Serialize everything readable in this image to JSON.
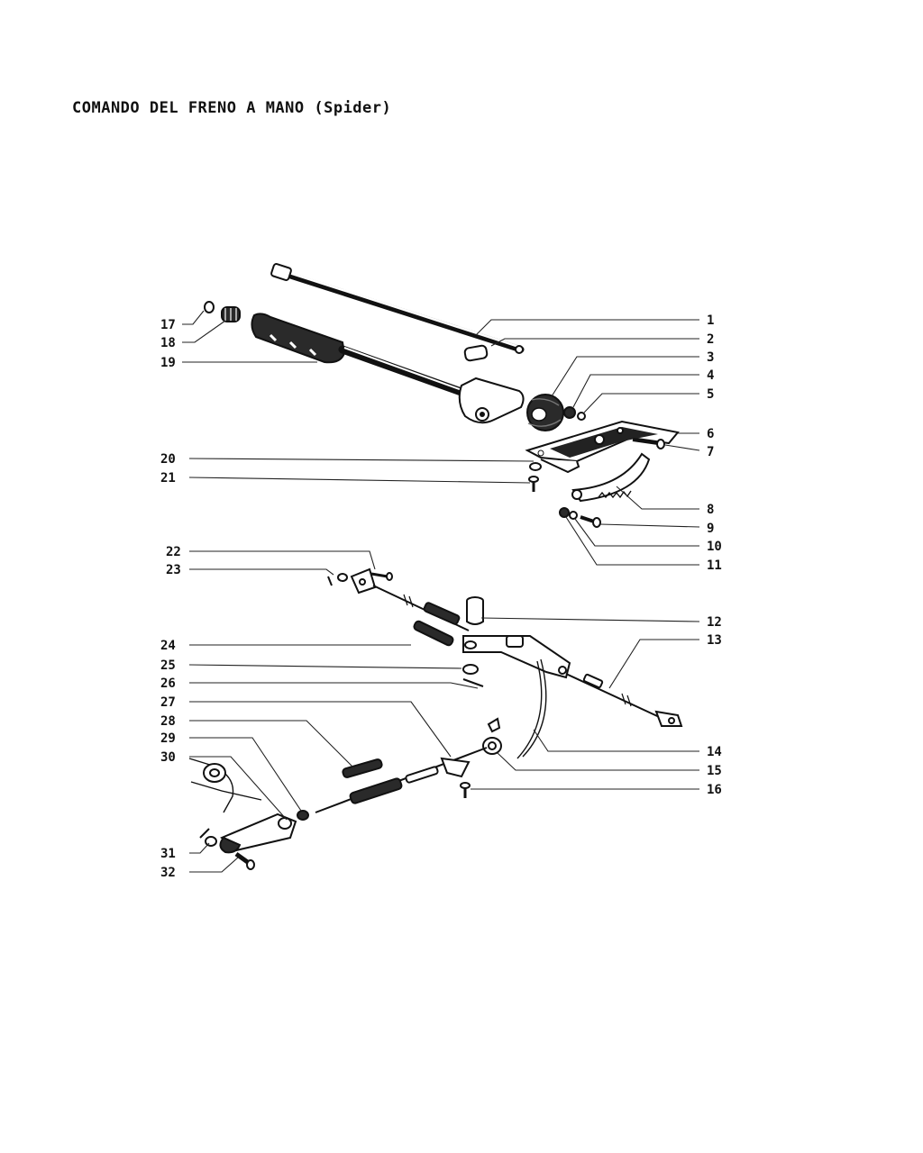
{
  "title": "COMANDO DEL FRENO A MANO (Spider)",
  "callouts": [
    "1",
    "2",
    "3",
    "4",
    "5",
    "6",
    "7",
    "8",
    "9",
    "10",
    "11",
    "12",
    "13",
    "14",
    "15",
    "16",
    "17",
    "18",
    "19",
    "20",
    "21",
    "22",
    "23",
    "24",
    "25",
    "26",
    "27",
    "28",
    "29",
    "30",
    "31",
    "32"
  ]
}
